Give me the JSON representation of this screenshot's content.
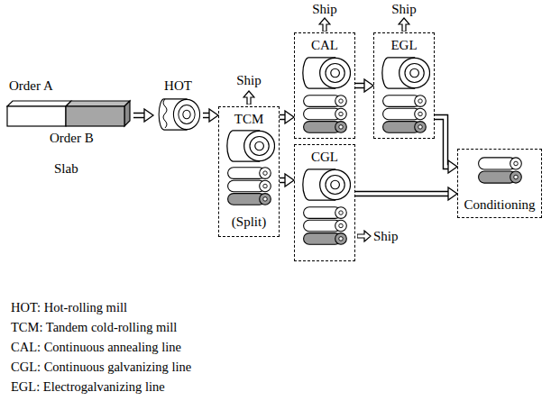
{
  "diagram": {
    "nodes": [
      {
        "text": [
          "Order A",
          "Order B",
          "Slab"
        ]
      },
      {
        "text": [
          "HOT"
        ]
      },
      {
        "text": [
          "TCM",
          "(Split)"
        ]
      },
      {
        "text": [
          "CAL"
        ]
      },
      {
        "text": [
          "CGL"
        ]
      },
      {
        "text": [
          "EGL"
        ]
      },
      {
        "text": [
          "Conditioning"
        ]
      }
    ],
    "edges": [
      {
        "from": 0,
        "to": 1,
        "arrow": "to"
      },
      {
        "from": 1,
        "to": 2,
        "arrow": "to"
      },
      {
        "from": 2,
        "to": 3,
        "arrow": "to"
      },
      {
        "from": 2,
        "to": 4,
        "arrow": "to"
      },
      {
        "from": 3,
        "to": 5,
        "arrow": "to"
      },
      {
        "from": 5,
        "to": 6,
        "arrow": "to"
      },
      {
        "from": 4,
        "to": 6,
        "arrow": "to"
      }
    ],
    "labels": [
      "Ship",
      "Ship",
      "Ship",
      "Ship",
      "HOT: Hot-rolling mill",
      "TCM: Tandem cold-rolling mill",
      "CAL: Continuous annealing line",
      "CGL: Continuous galvanizing line",
      "EGL: Electrogalvanizing line"
    ]
  }
}
